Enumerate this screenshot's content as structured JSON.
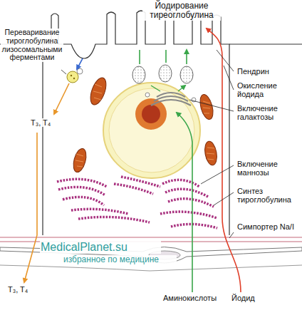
{
  "diagram": {
    "labels": [
      "Йодирование тиреоглобулина",
      "Переваривание тироглобулина лизосомальными ферментами",
      "Пендрин",
      "Окисление йодида",
      "Включение галактозы",
      "T₃, T₄",
      "Включение маннозы",
      "Синтез тироглобулина",
      "MedicalPlanet.su",
      "Симпортер Na/I",
      "избранное по медицине",
      "T₃, T₄",
      "Аминокислоты",
      "Йодид"
    ]
  }
}
